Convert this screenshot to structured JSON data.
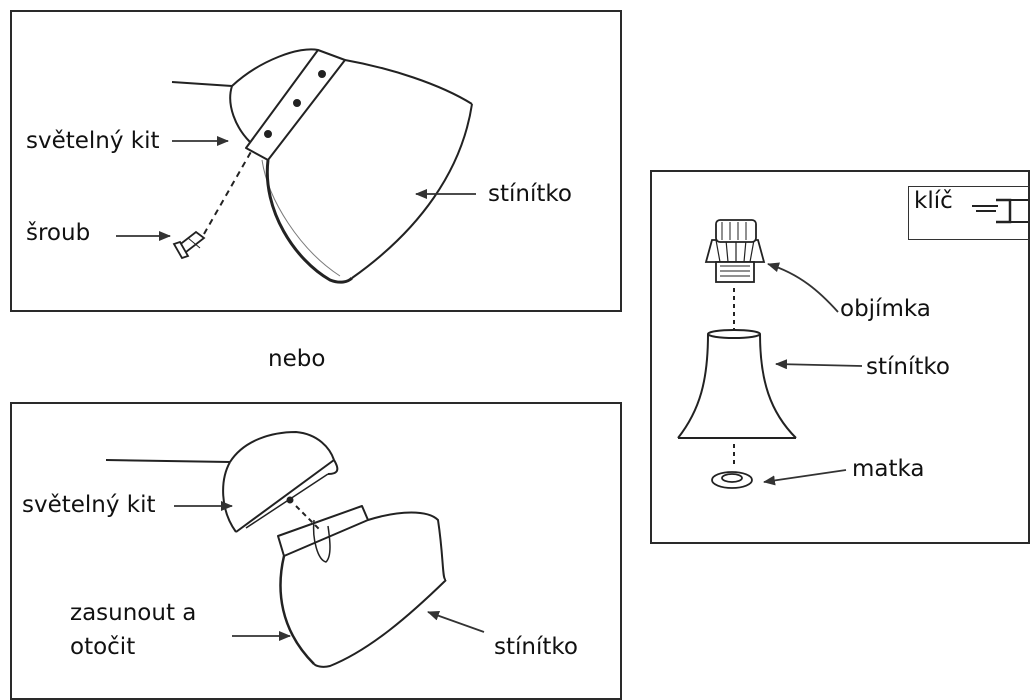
{
  "top_panel": {
    "light_kit": "světelný kit",
    "screw": "šroub",
    "shade": "stínítko"
  },
  "separator": "nebo",
  "bottom_panel": {
    "light_kit": "světelný kit",
    "insert_rotate_1": "zasunout a",
    "insert_rotate_2": "otočit",
    "shade": "stínítko"
  },
  "right_panel": {
    "key": "klíč",
    "socket": "objímka",
    "shade": "stínítko",
    "nut": "matka"
  }
}
